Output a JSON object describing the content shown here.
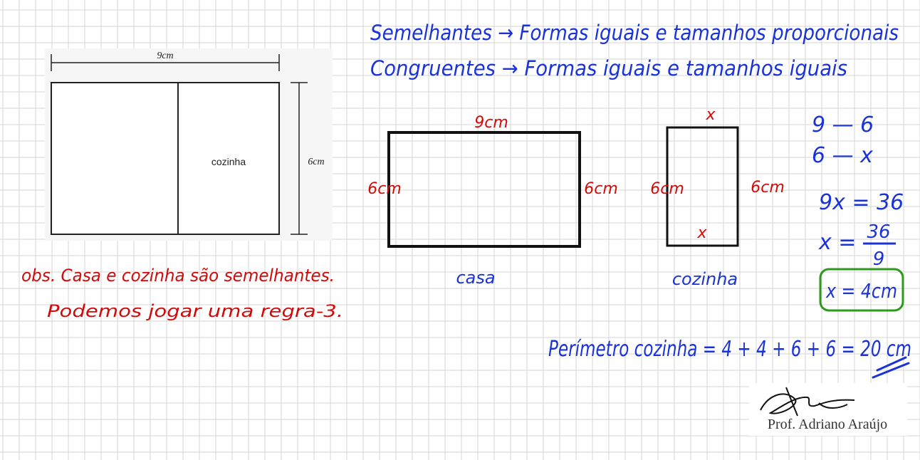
{
  "figure": {
    "width_label": "9cm",
    "height_label": "6cm",
    "room_label": "cozinha"
  },
  "notes": {
    "line1": "Semelhantes → Formas iguais e tamanhos proporcionais",
    "line2": "Congruentes → Formas iguais e tamanhos iguais",
    "obs1": "obs. Casa e cozinha são semelhantes.",
    "obs2": "Podemos jogar uma regra-3."
  },
  "casa": {
    "top": "9cm",
    "left": "6cm",
    "right": "6cm",
    "label": "casa"
  },
  "cozinha": {
    "top": "x",
    "left": "6cm",
    "right": "6cm",
    "inner": "x",
    "label": "cozinha"
  },
  "calc": {
    "r1": "9 — 6",
    "r2": "6 — x",
    "eq1": "9x = 36",
    "eq2_lhs": "x =",
    "eq2_num": "36",
    "eq2_den": "9",
    "answer": "x = 4cm"
  },
  "perimeter": "Perímetro cozinha = 4 + 4 + 6 + 6 = 20 cm",
  "signature": "Prof. Adriano Araújo",
  "colors": {
    "blue": "#1a33d9",
    "red": "#d10a0a",
    "green": "#2e9a1c",
    "black": "#111111",
    "grid": "#d6d6d6"
  }
}
